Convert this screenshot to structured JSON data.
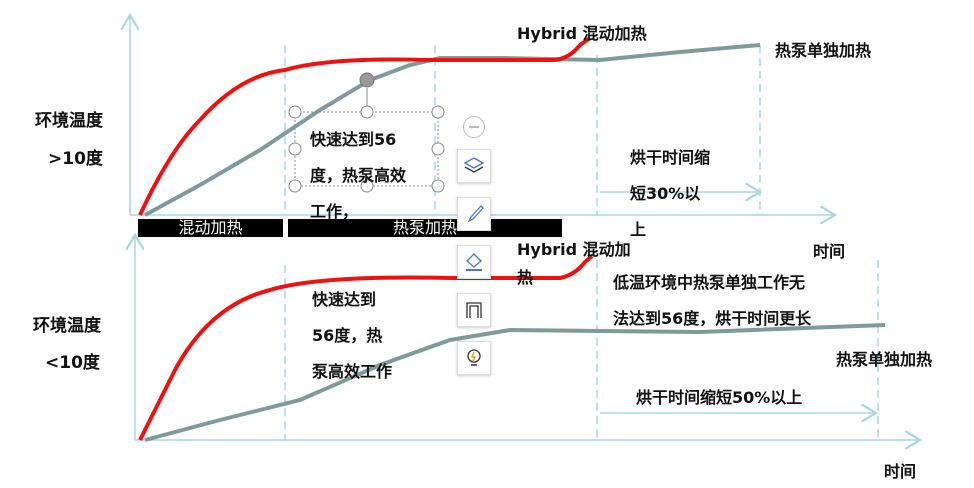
{
  "top": {
    "ylabel1": "环境温度",
    "ylabel2": ">10度",
    "hybrid": "Hybrid 混动加热",
    "hp_only": "热泵单独加热",
    "fast_line1": "快速达到56",
    "fast_line2": "度，热泵高效",
    "fast_line3": "工作，",
    "dry_line1": "烘干时间缩",
    "dry_line2": "短30%以",
    "dry_line3": "上",
    "mode_hybrid": "混动加热",
    "mode_hp": "热泵加热",
    "xlabel": "时间"
  },
  "bottom": {
    "ylabel1": "环境温度",
    "ylabel2": "<10度",
    "hybrid1": "Hybrid 混动加",
    "hybrid2": "热",
    "low_line1": "低温环境中热泵单独工作无",
    "low_line2": "法达到56度，烘干时间更长",
    "fast_line1": "快速达到",
    "fast_line2": "56度，热",
    "fast_line3": "泵高效工作",
    "hp_only": "热泵单独加热",
    "dry": "烘干时间缩短50%以上",
    "xlabel": "时间"
  },
  "colors": {
    "hybrid": "#ee1111",
    "heatpump": "#7f9a9a",
    "axis": "#a8d8dc"
  }
}
